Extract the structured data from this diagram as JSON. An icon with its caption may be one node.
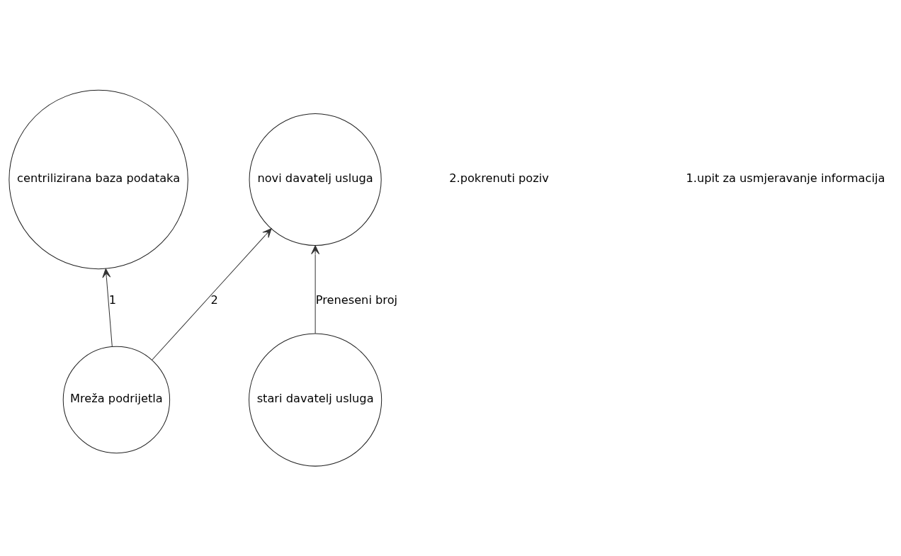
{
  "diagram": {
    "nodes": [
      {
        "text": [
          "centrilizirana baza podataka"
        ]
      },
      {
        "text": [
          "stari davatelj usluga"
        ]
      },
      {
        "text": [
          "novi davatelj usluga"
        ]
      },
      {
        "text": [
          "Mreža podrijetla"
        ]
      }
    ],
    "edges": [
      {
        "from": 3,
        "to": 0,
        "arrow": "to",
        "label": "1"
      },
      {
        "from": 3,
        "to": 2,
        "arrow": "to",
        "label": "2"
      },
      {
        "from": 1,
        "to": 2,
        "arrow": "to",
        "label": "Preneseni broj"
      }
    ],
    "labels": [
      "1.upit za usmjeravanje informacija",
      "2.pokrenuti poziv"
    ]
  }
}
